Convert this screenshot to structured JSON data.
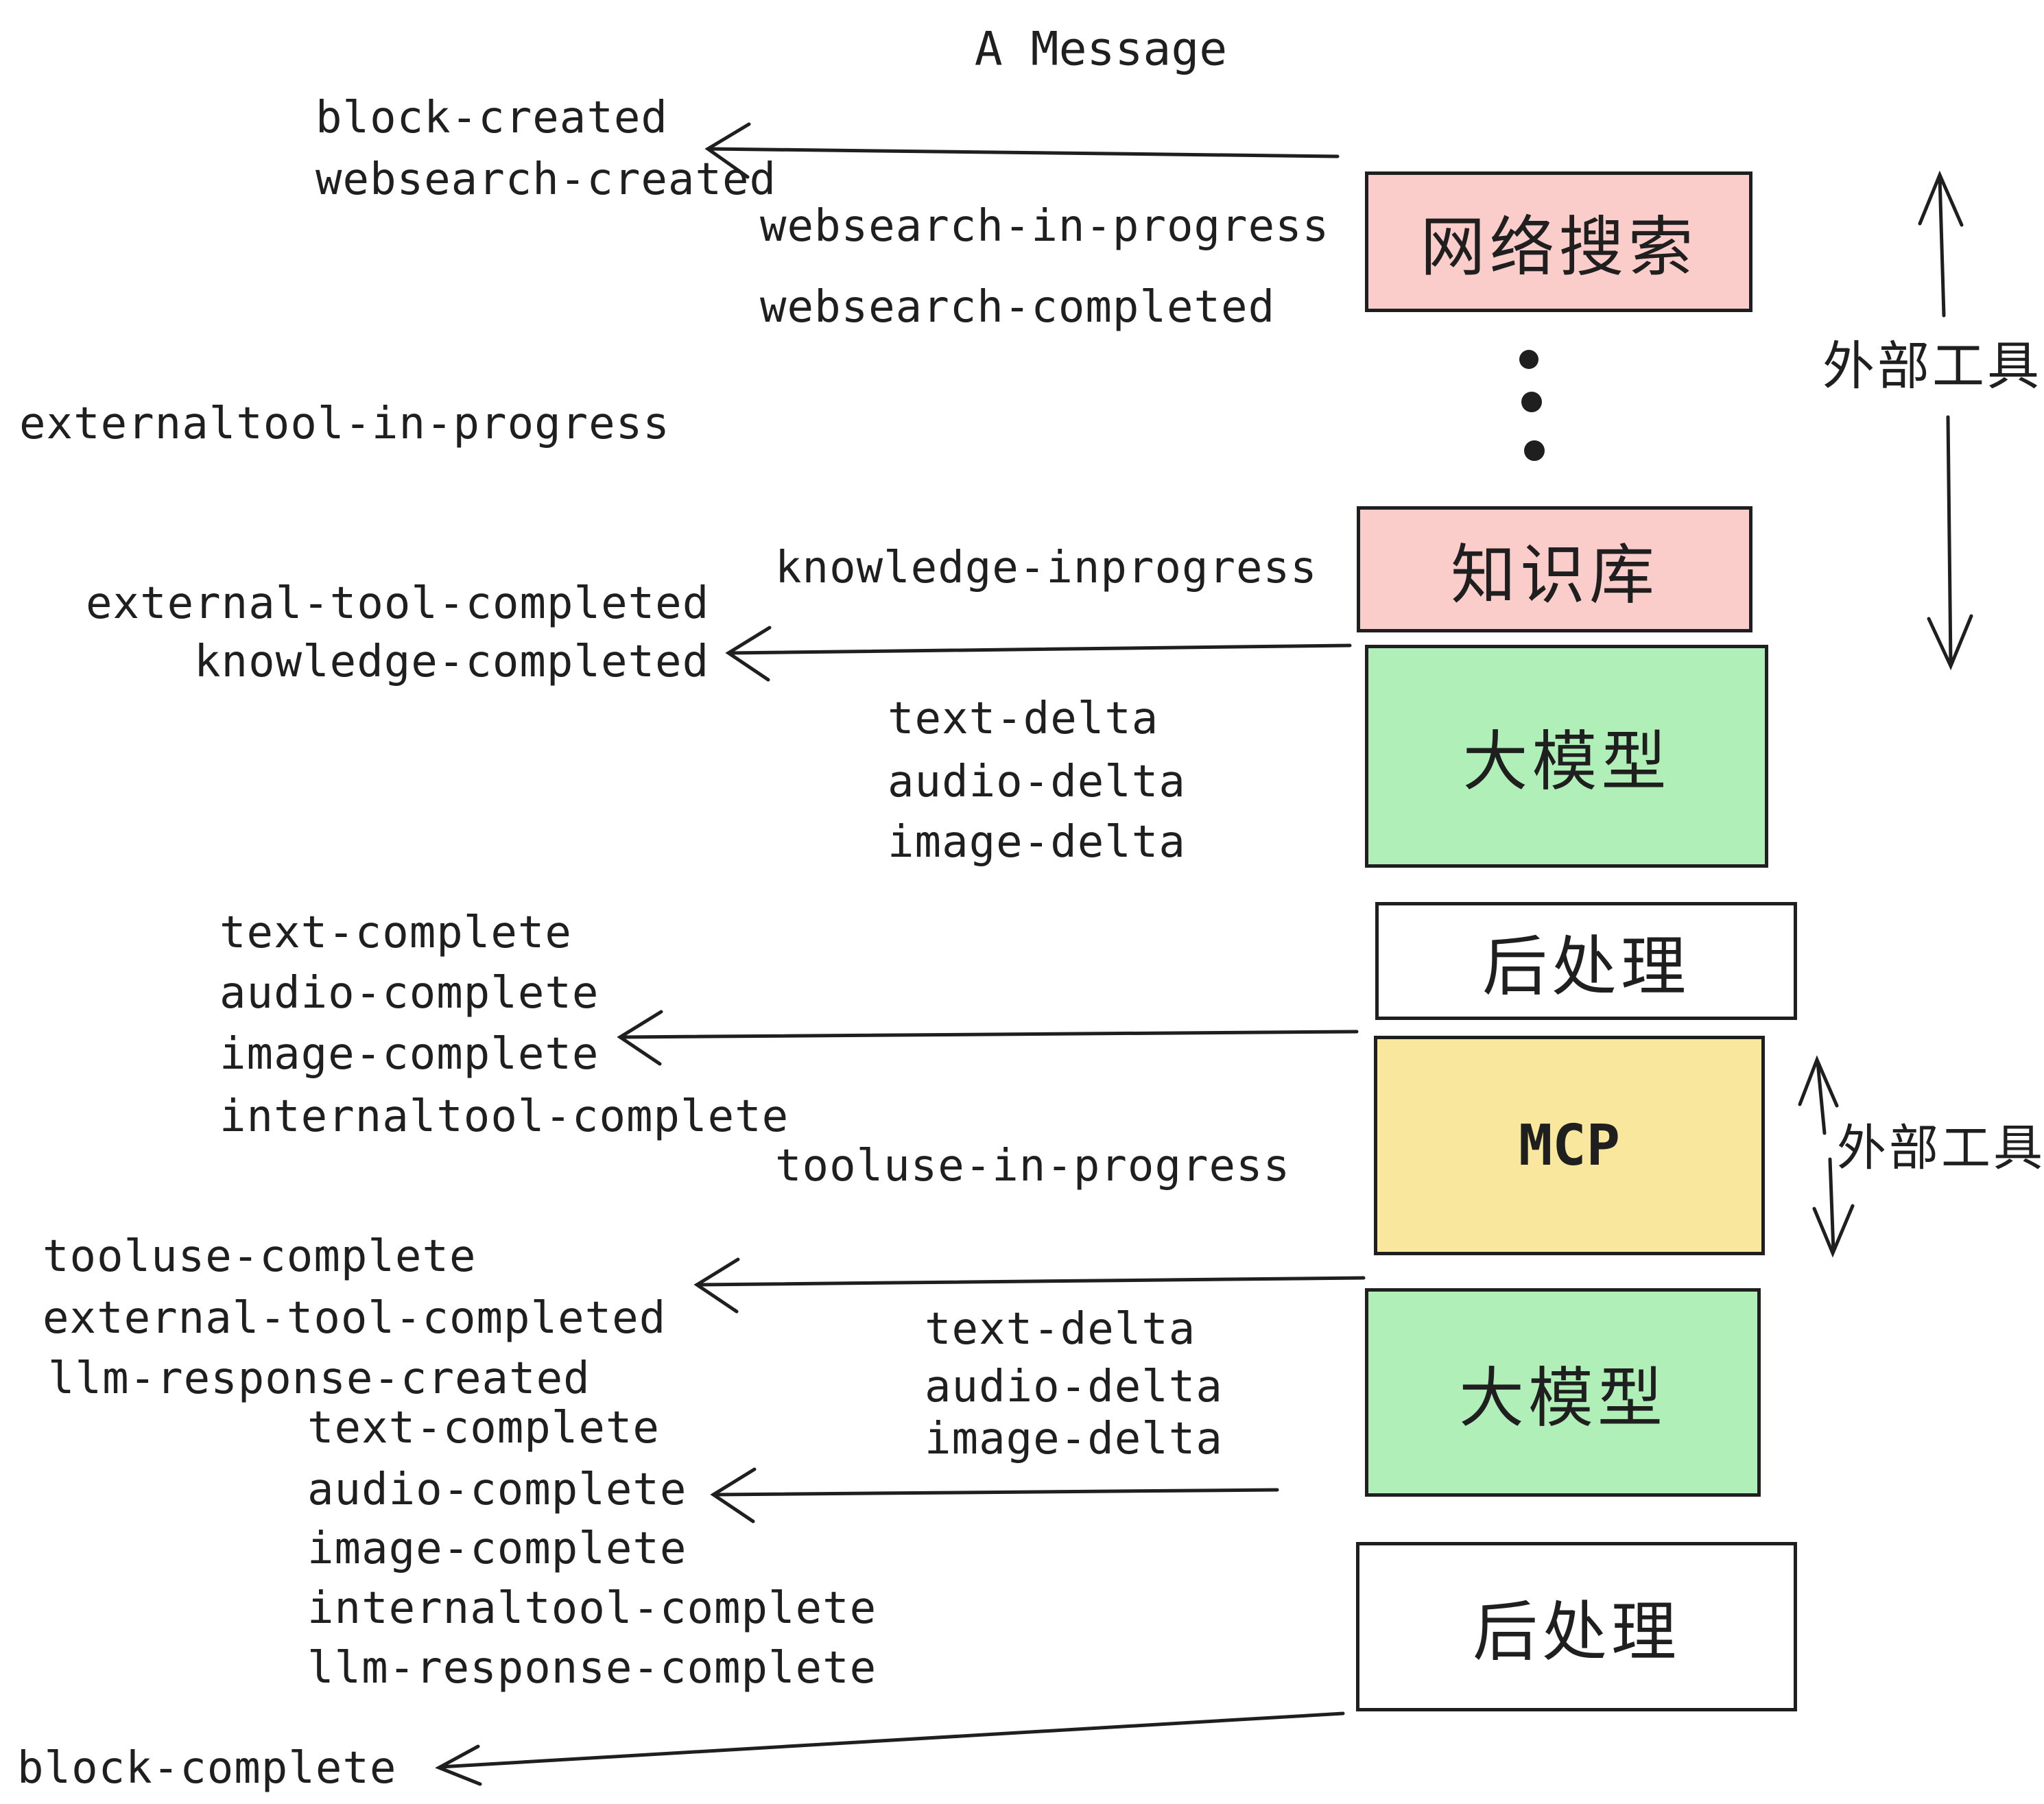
{
  "title": "A Message",
  "colors": {
    "pink": "#fbcdca",
    "green": "#b1efb8",
    "yellow": "#fae79e",
    "white": "#ffffff",
    "ink": "#1f1f1f"
  },
  "nodes": {
    "websearch": "网络搜索",
    "knowledge": "知识库",
    "llm1": "大模型",
    "post1": "后处理",
    "mcp": "MCP",
    "llm2": "大模型",
    "post2": "后处理"
  },
  "side_labels": {
    "external_tools_top": "外部工具",
    "external_tools_mcp": "外部工具"
  },
  "events": {
    "block_created": "block-created",
    "websearch_created": "websearch-created",
    "websearch_in_progress": "websearch-in-progress",
    "websearch_completed": "websearch-completed",
    "externaltool_in_progress": "externaltool-in-progress",
    "knowledge_inprogress": "knowledge-inprogress",
    "external_tool_completed_1": "external-tool-completed",
    "knowledge_completed": "knowledge-completed",
    "text_delta_1": "text-delta",
    "audio_delta_1": "audio-delta",
    "image_delta_1": "image-delta",
    "text_complete_1": "text-complete",
    "audio_complete_1": "audio-complete",
    "image_complete_1": "image-complete",
    "internaltool_complete_1": "internaltool-complete",
    "tooluse_in_progress": "tooluse-in-progress",
    "tooluse_complete": "tooluse-complete",
    "external_tool_completed_2": "external-tool-completed",
    "llm_response_created": "llm-response-created",
    "text_delta_2": "text-delta",
    "audio_delta_2": "audio-delta",
    "image_delta_2": "image-delta",
    "text_complete_2": "text-complete",
    "audio_complete_2": "audio-complete",
    "image_complete_2": "image-complete",
    "internaltool_complete_2": "internaltool-complete",
    "llm_response_complete": "llm-response-complete",
    "block_complete": "block-complete"
  }
}
